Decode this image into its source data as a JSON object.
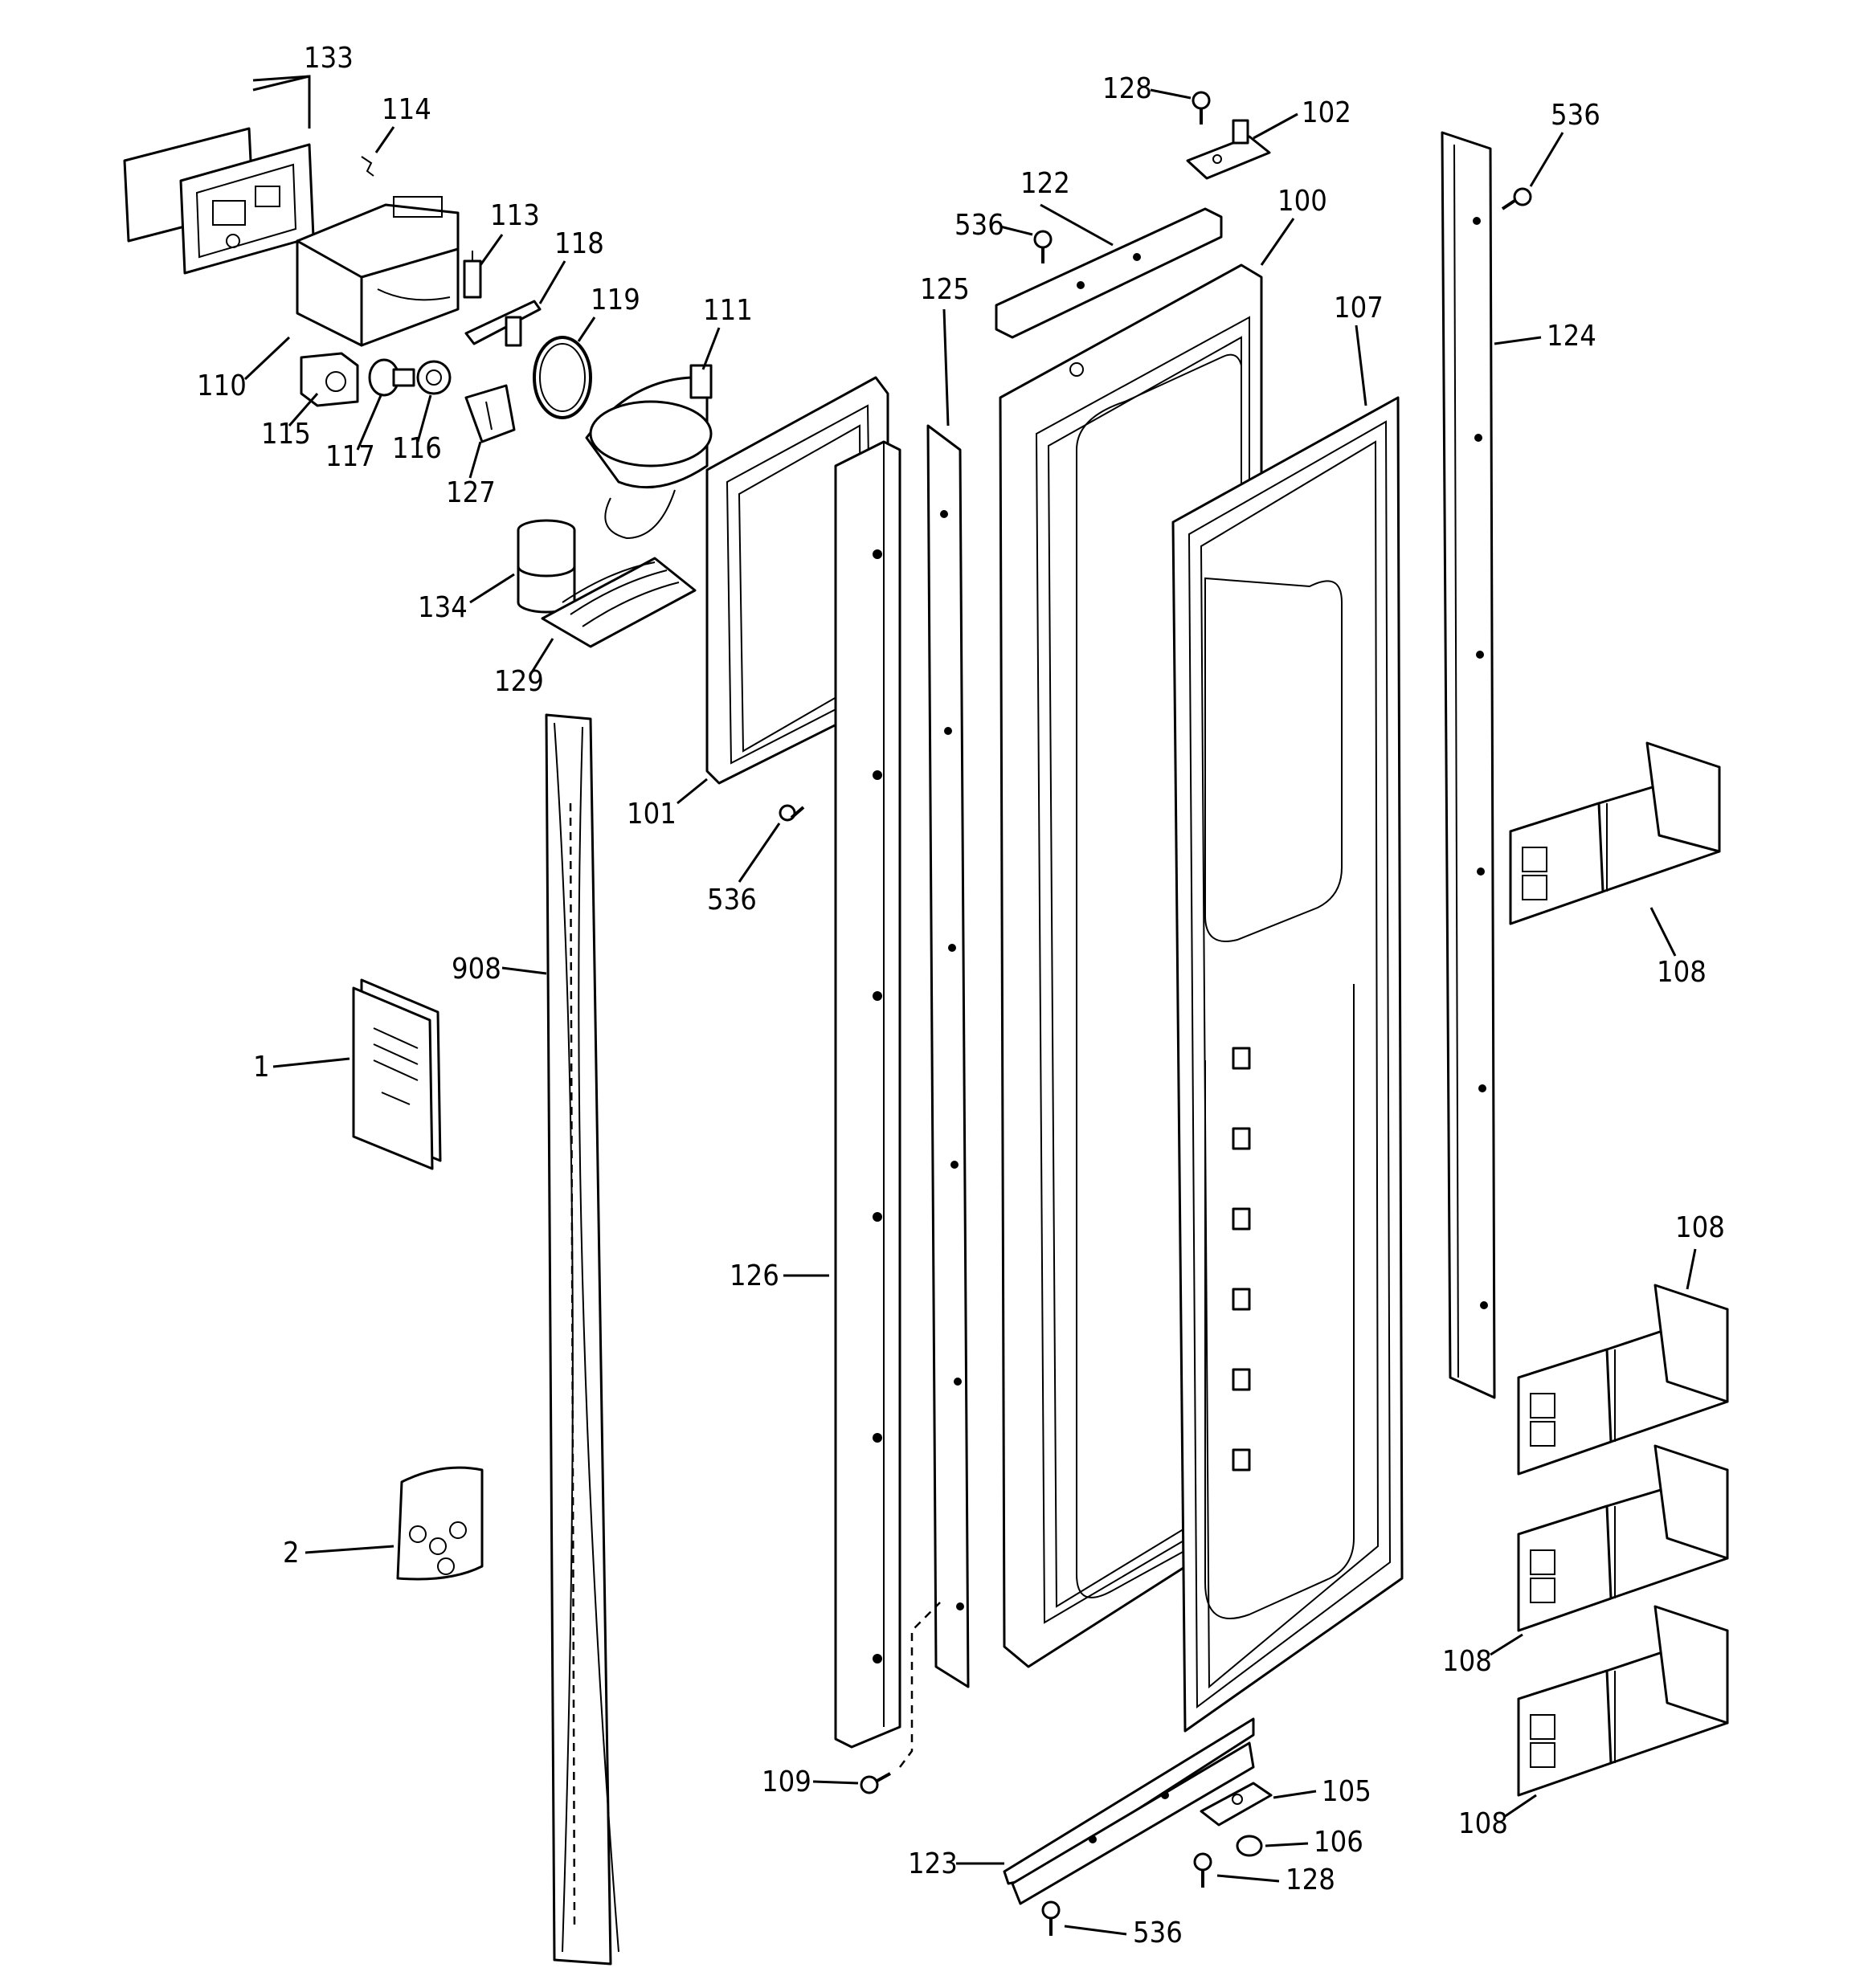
{
  "callouts": {
    "p133": "133",
    "p114": "114",
    "p113": "113",
    "p118": "118",
    "p119": "119",
    "p111": "111",
    "p110": "110",
    "p115": "115",
    "p117": "117",
    "p116": "116",
    "p127": "127",
    "p134": "134",
    "p129": "129",
    "p101": "101",
    "p536_mid": "536",
    "p908": "908",
    "p1": "1",
    "p2": "2",
    "p125": "125",
    "p126": "126",
    "p109": "109",
    "p128_top": "128",
    "p102": "102",
    "p122": "122",
    "p536_top": "536",
    "p100": "100",
    "p107": "107",
    "p123": "123",
    "p105": "105",
    "p106": "106",
    "p128_bottom": "128",
    "p536_bottom": "536",
    "p536_right": "536",
    "p124": "124",
    "p108_a": "108",
    "p108_b": "108",
    "p108_c": "108",
    "p108_d": "108"
  }
}
